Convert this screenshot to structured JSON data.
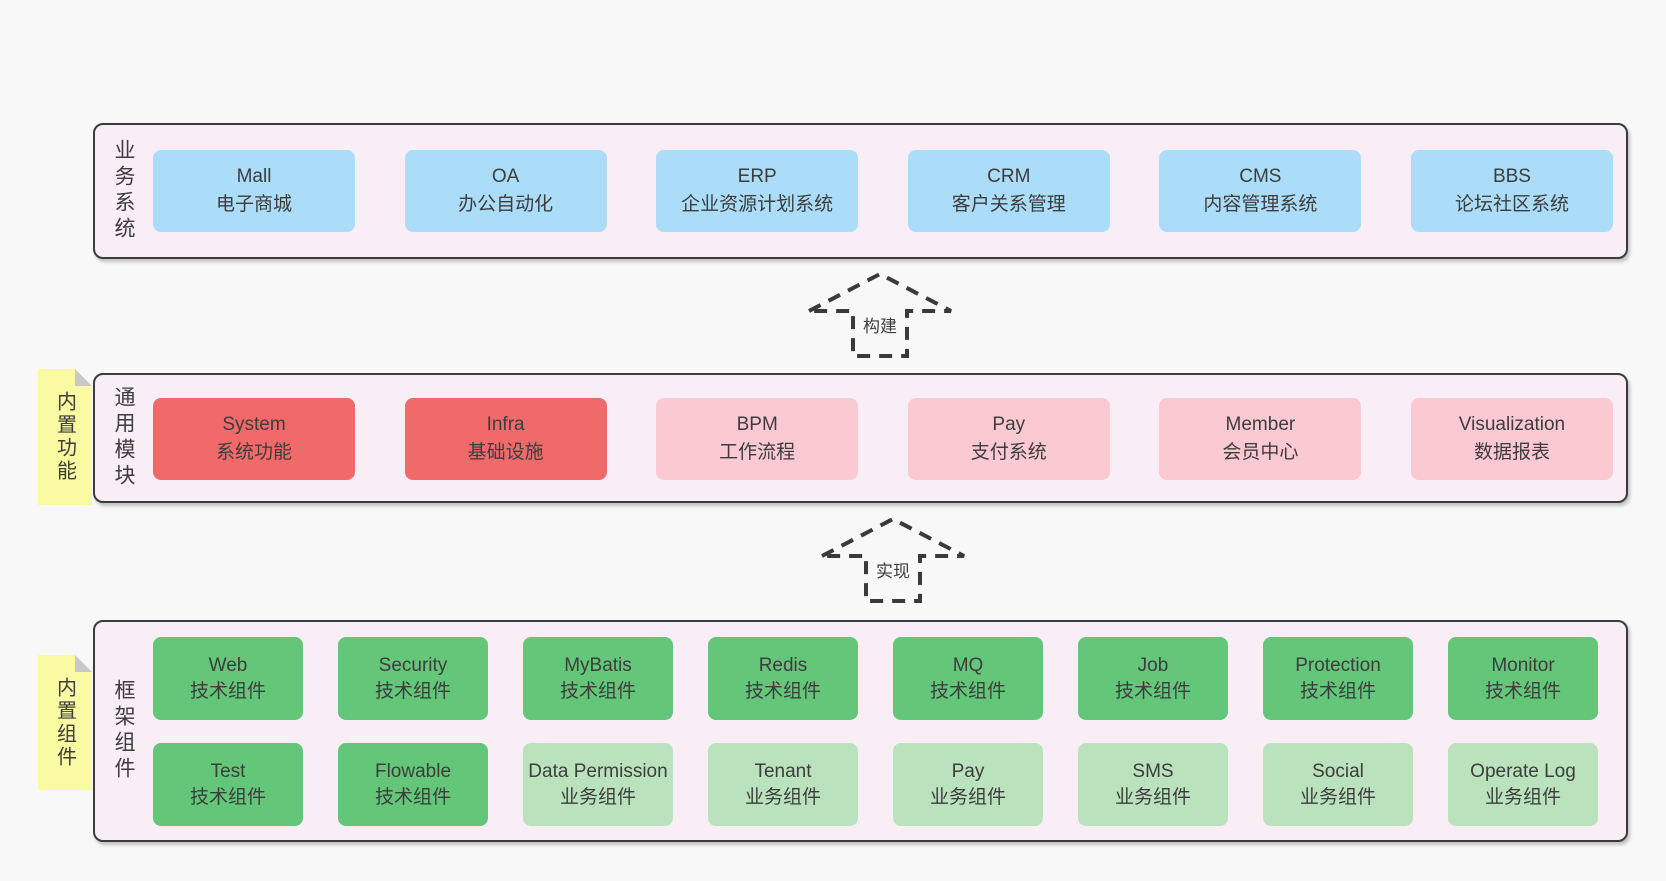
{
  "colors": {
    "page_bg": "#f8f8f8",
    "panel_bg": "#f9edf6",
    "panel_border": "#3c3c3c",
    "blue_box": "#abdcf8",
    "red_box": "#f06a6a",
    "pink_box": "#fac9d1",
    "green_box": "#63c679",
    "light_green_box": "#bae3bd",
    "yellow_note": "#fafaa2",
    "text": "#3d3d3d"
  },
  "layers": {
    "business": {
      "label": "业务系统",
      "boxes": [
        {
          "name": "Mall",
          "desc": "电子商城",
          "variant": "blue"
        },
        {
          "name": "OA",
          "desc": "办公自动化",
          "variant": "blue"
        },
        {
          "name": "ERP",
          "desc": "企业资源计划系统",
          "variant": "blue"
        },
        {
          "name": "CRM",
          "desc": "客户关系管理",
          "variant": "blue"
        },
        {
          "name": "CMS",
          "desc": "内容管理系统",
          "variant": "blue"
        },
        {
          "name": "BBS",
          "desc": "论坛社区系统",
          "variant": "blue"
        }
      ]
    },
    "modules": {
      "label": "通用模块",
      "note": "内置功能",
      "boxes": [
        {
          "name": "System",
          "desc": "系统功能",
          "variant": "red"
        },
        {
          "name": "Infra",
          "desc": "基础设施",
          "variant": "red"
        },
        {
          "name": "BPM",
          "desc": "工作流程",
          "variant": "pink"
        },
        {
          "name": "Pay",
          "desc": "支付系统",
          "variant": "pink"
        },
        {
          "name": "Member",
          "desc": "会员中心",
          "variant": "pink"
        },
        {
          "name": "Visualization",
          "desc": "数据报表",
          "variant": "pink"
        }
      ]
    },
    "framework": {
      "label": "框架组件",
      "note": "内置组件",
      "row1": [
        {
          "name": "Web",
          "desc": "技术组件",
          "variant": "green"
        },
        {
          "name": "Security",
          "desc": "技术组件",
          "variant": "green"
        },
        {
          "name": "MyBatis",
          "desc": "技术组件",
          "variant": "green"
        },
        {
          "name": "Redis",
          "desc": "技术组件",
          "variant": "green"
        },
        {
          "name": "MQ",
          "desc": "技术组件",
          "variant": "green"
        },
        {
          "name": "Job",
          "desc": "技术组件",
          "variant": "green"
        },
        {
          "name": "Protection",
          "desc": "技术组件",
          "variant": "green"
        },
        {
          "name": "Monitor",
          "desc": "技术组件",
          "variant": "green"
        }
      ],
      "row2": [
        {
          "name": "Test",
          "desc": "技术组件",
          "variant": "green"
        },
        {
          "name": "Flowable",
          "desc": "技术组件",
          "variant": "green"
        },
        {
          "name": "Data Permission",
          "desc": "业务组件",
          "variant": "light-green"
        },
        {
          "name": "Tenant",
          "desc": "业务组件",
          "variant": "light-green"
        },
        {
          "name": "Pay",
          "desc": "业务组件",
          "variant": "light-green"
        },
        {
          "name": "SMS",
          "desc": "业务组件",
          "variant": "light-green"
        },
        {
          "name": "Social",
          "desc": "业务组件",
          "variant": "light-green"
        },
        {
          "name": "Operate Log",
          "desc": "业务组件",
          "variant": "light-green"
        }
      ]
    }
  },
  "arrows": {
    "build": {
      "label": "构建"
    },
    "implement": {
      "label": "实现"
    }
  }
}
